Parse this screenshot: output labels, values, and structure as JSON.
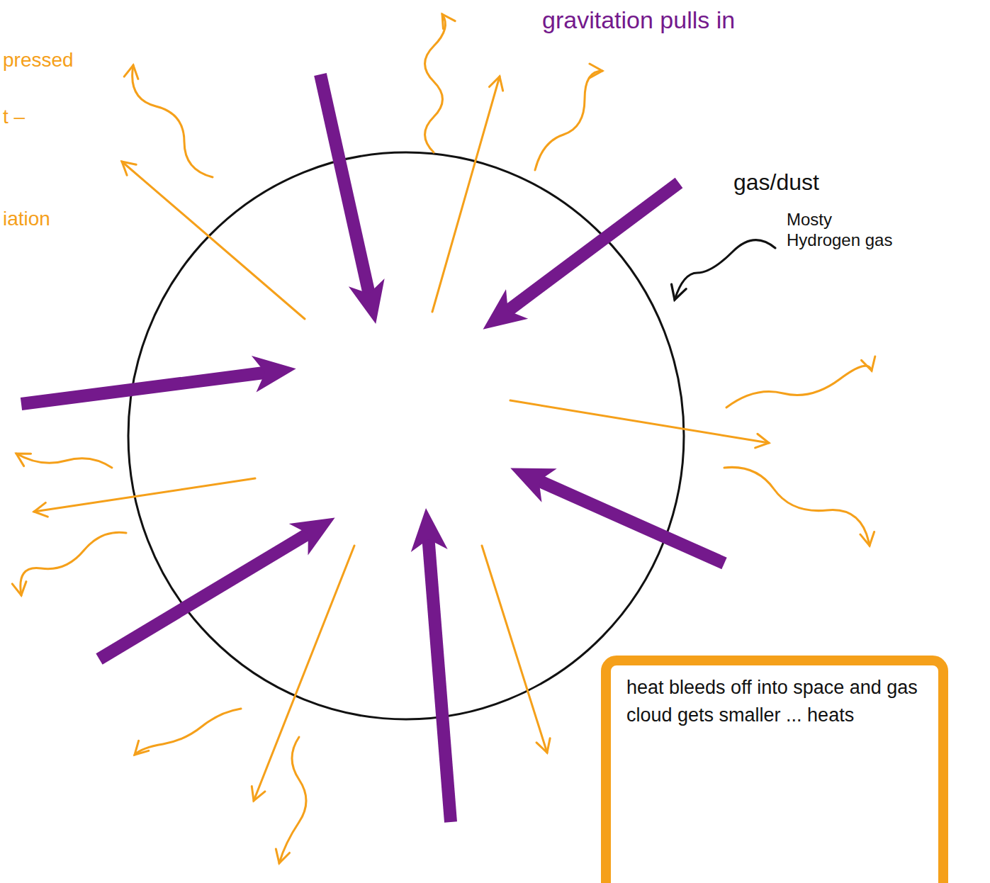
{
  "diagram": {
    "nodes": [
      {
        "text": [
          "heat bleeds off into space and gas cloud gets smaller ... heats"
        ]
      }
    ],
    "labels": [
      "gravitation pulls in",
      "gas/dust",
      "Mosty Hydrogen gas",
      "pressed",
      "t –",
      "iation"
    ]
  }
}
